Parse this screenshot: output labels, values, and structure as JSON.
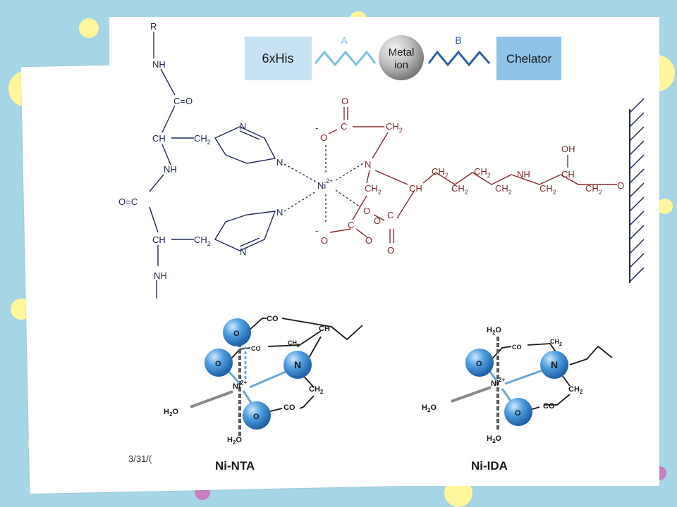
{
  "colors": {
    "background": "#a6d6e6",
    "peptide": "#1e2a5c",
    "chelator": "#8b2a2a",
    "sphere": "#3d8fd6",
    "header_box_light": "#c7e2f2",
    "header_box_dark": "#8fc3e8",
    "linker_a": "#7cc0e4",
    "linker_b": "#2e5fa8"
  },
  "header": {
    "his_tag": "6xHis",
    "linker_a": "A",
    "metal_line1": "Metal",
    "metal_line2": "ion",
    "linker_b": "B",
    "chelator": "Chelator"
  },
  "peptide": {
    "r": "R",
    "nh1": "NH",
    "co1": "C=O",
    "ch1": "CH",
    "ch2a_main": "CH",
    "ch2a_sub": "2",
    "nh2": "NH",
    "co2": "O=C",
    "ch2": "CH",
    "ch2b_main": "CH",
    "ch2b_sub": "2",
    "nh3": "NH",
    "imid_n": "N"
  },
  "chelator": {
    "ni": "Ni",
    "ni_charge": "2+",
    "o": "O",
    "c": "C",
    "neg": "-",
    "n": "N",
    "ch": "CH",
    "ch2_main": "CH",
    "ch2_sub": "2",
    "nh": "NH",
    "oh": "OH",
    "o_end": "O"
  },
  "bottom": {
    "left_label": "Ni-NTA",
    "right_label": "Ni-IDA",
    "o": "O",
    "n": "N",
    "co": "CO",
    "ch": "CH",
    "ch2_main": "CH",
    "ch2_sub": "2",
    "h2o_h": "H",
    "h2o_sub": "2",
    "h2o_o": "O",
    "ni": "Ni",
    "ni_charge": "2+"
  },
  "footer": {
    "date": "3/31/("
  }
}
